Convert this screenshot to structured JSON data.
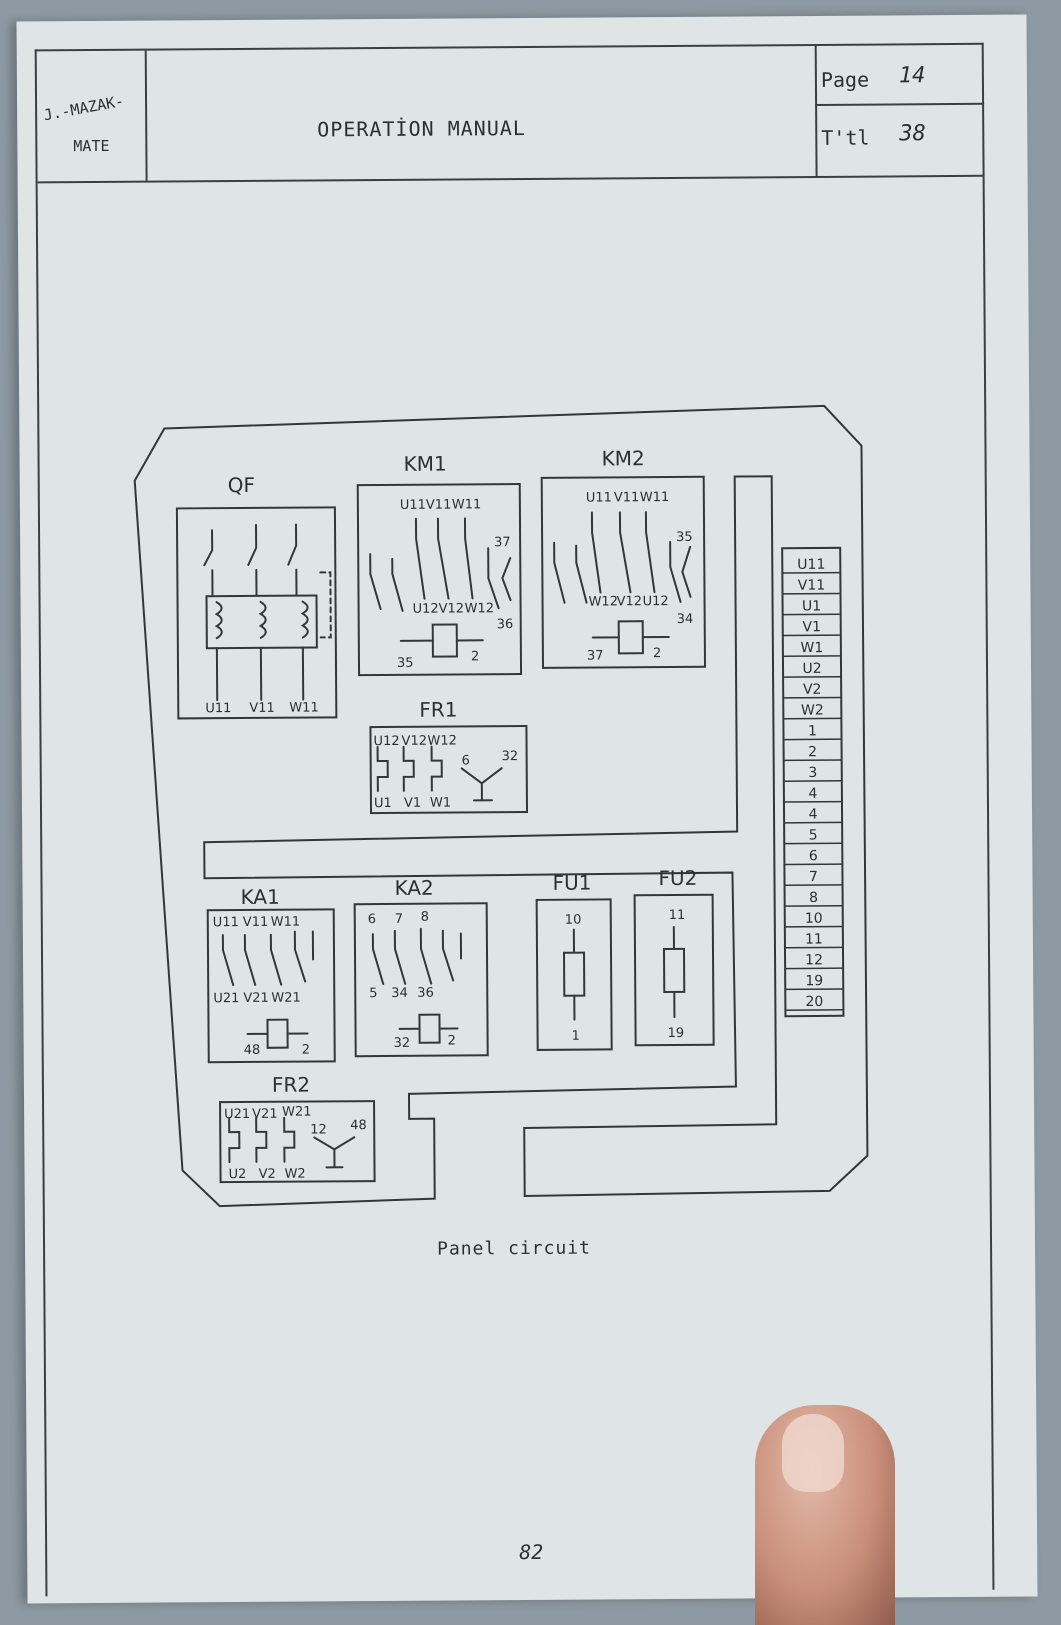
{
  "header": {
    "logo_line1": "J.-MAZAK-",
    "logo_line2": "MATE",
    "title": "OPERATİON MANUAL",
    "page_label": "Page",
    "page_value": "14",
    "total_label": "T'tl",
    "total_value": "38"
  },
  "diagram": {
    "qf": {
      "name": "QF",
      "bottom": [
        "U11",
        "V11",
        "W11"
      ]
    },
    "km1": {
      "name": "KM1",
      "top": [
        "U11",
        "V11",
        "W11"
      ],
      "bottom": [
        "U12",
        "V12",
        "W12"
      ],
      "aux": [
        "37",
        "36"
      ],
      "coil": [
        "35",
        "2"
      ]
    },
    "km2": {
      "name": "KM2",
      "top": [
        "U11",
        "V11",
        "W11"
      ],
      "bottom": [
        "W12",
        "V12",
        "U12"
      ],
      "aux": [
        "35",
        "34"
      ],
      "coil": [
        "37",
        "2"
      ]
    },
    "fr1": {
      "name": "FR1",
      "top": [
        "U12",
        "V12",
        "W12"
      ],
      "bottom": [
        "U1",
        "V1",
        "W1"
      ],
      "contact": [
        "6",
        "32"
      ]
    },
    "ka1": {
      "name": "KA1",
      "top": [
        "U11",
        "V11",
        "W11"
      ],
      "bottom": [
        "U21",
        "V21",
        "W21"
      ],
      "coil": [
        "48",
        "2"
      ]
    },
    "ka2": {
      "name": "KA2",
      "top": [
        "6",
        "7",
        "8"
      ],
      "bottom": [
        "5",
        "34",
        "36"
      ],
      "coil": [
        "32",
        "2"
      ]
    },
    "fu1": {
      "name": "FU1",
      "top": "10",
      "bottom": "1"
    },
    "fu2": {
      "name": "FU2",
      "top": "11",
      "bottom": "19"
    },
    "fr2": {
      "name": "FR2",
      "top": [
        "U21",
        "V21",
        "W21"
      ],
      "bottom": [
        "U2",
        "V2",
        "W2"
      ],
      "contact": [
        "12",
        "48"
      ]
    },
    "terminals": [
      "U11",
      "V11",
      "U1",
      "V1",
      "W1",
      "U2",
      "V2",
      "W2",
      "1",
      "2",
      "3",
      "4",
      "4",
      "5",
      "6",
      "7",
      "8",
      "10",
      "11",
      "12",
      "19",
      "20"
    ]
  },
  "caption": "Panel circuit",
  "footer_page": "82"
}
